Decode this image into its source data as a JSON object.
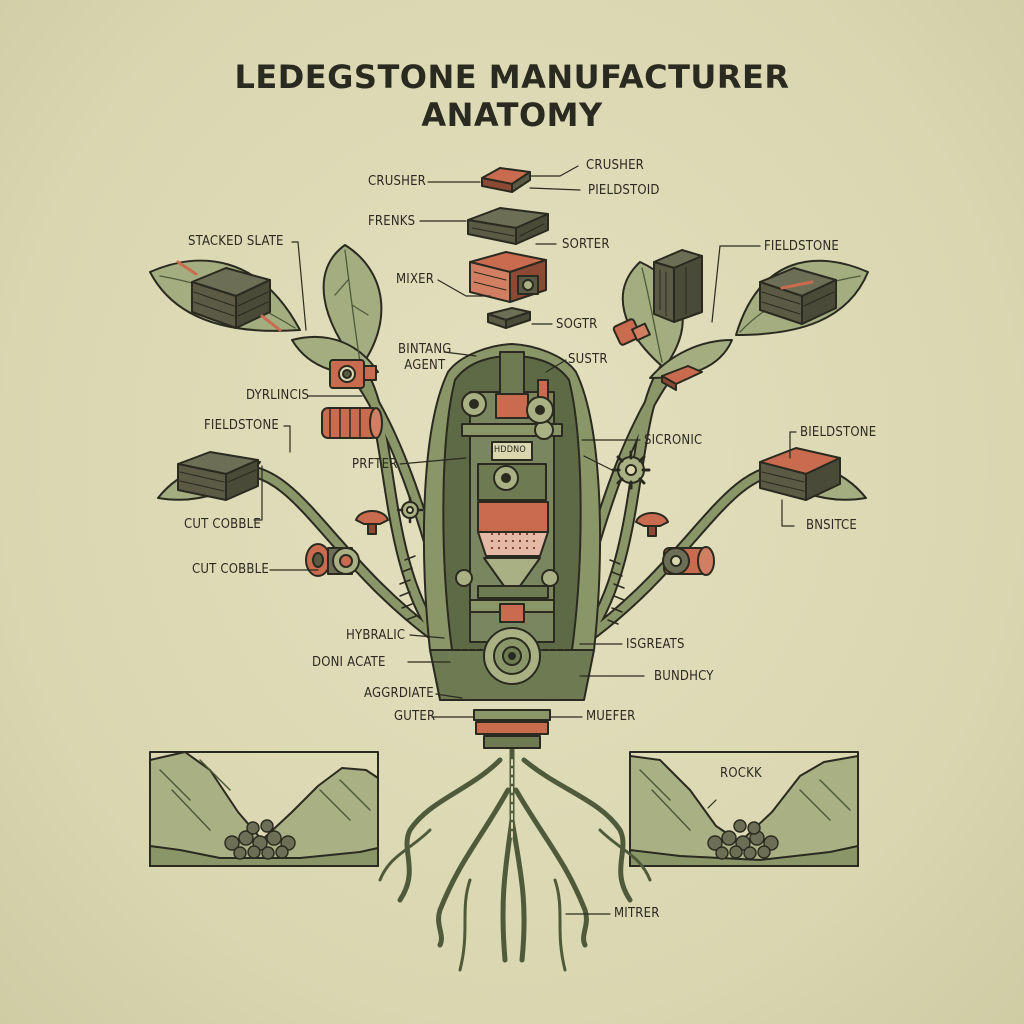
{
  "title": {
    "line1": "LEDEGSTONE MANUFACTURER",
    "line2": "ANATOMY"
  },
  "colors": {
    "background": "#dcd9b3",
    "olive": "#8a9668",
    "olive_dark": "#4f5a3a",
    "stone_dark": "#5b5a44",
    "accent_orange": "#c96b4e",
    "ink": "#2b2a20"
  },
  "labels": {
    "crusher_left": "CRUSHER",
    "crusher_right": "CRUSHER",
    "pieldstoid": "PIELDSTOID",
    "frenks": "FRENKS",
    "sorter": "SORTER",
    "stacked_slate": "STACKED SLATE",
    "fieldstone_top_right": "FIELDSTONE",
    "mixer": "MIXER",
    "sogtr": "SOGTR",
    "bintang_agent": "BINTANG\nAGENT",
    "sustr": "SUSTR",
    "dyrlincis": "DYRLINCIS",
    "fieldstone_left": "FIELDSTONE",
    "sicronic": "SICRONIC",
    "bieldstone": "BIELDSTONE",
    "prfter": "PRFTER",
    "hodno": "HDDNO",
    "cut_cobble_upper": "CUT COBBLE",
    "bnsitce": "BNSITCE",
    "cut_cobble_lower": "CUT COBBLE",
    "hybralic": "HYBRALIC",
    "isgreats": "ISGREATS",
    "doni_acate": "DONI ACATE",
    "bundhcy": "BUNDHCY",
    "aggrdiate": "AGGRDIATE",
    "guter": "GUTER",
    "muefer": "MUEFER",
    "rockk": "ROCKK",
    "mitrer": "MITRER"
  },
  "icons": [
    "stone-slab-icon",
    "stacked-stone-block-icon",
    "gear-icon",
    "mixer-machine-icon",
    "valve-fitting-icon",
    "leaf-icon",
    "root-system-icon",
    "mountain-quarry-icon"
  ]
}
